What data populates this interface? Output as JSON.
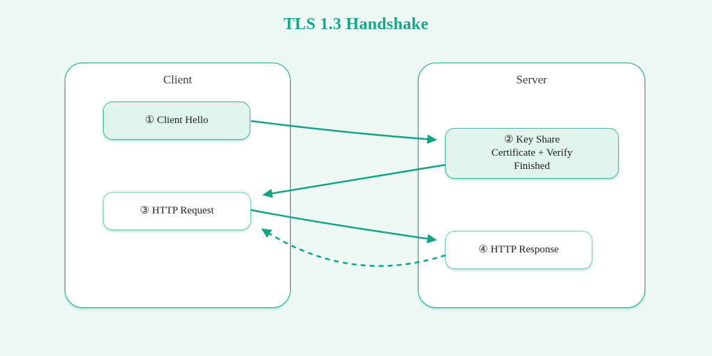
{
  "title": "TLS 1.3 Handshake",
  "panels": {
    "client": {
      "label": "Client"
    },
    "server": {
      "label": "Server"
    }
  },
  "nodes": {
    "client_hello": {
      "label": "① Client Hello",
      "panel": "client",
      "filled": true
    },
    "key_share": {
      "line1": "② Key Share",
      "line2": "Certificate + Verify",
      "line3": "Finished",
      "panel": "server",
      "filled": true
    },
    "http_request": {
      "label": "③ HTTP Request",
      "panel": "client",
      "filled": false
    },
    "http_response": {
      "label": "④ HTTP Response",
      "panel": "server",
      "filled": false
    }
  },
  "edges": [
    {
      "from": "client_hello",
      "to": "key_share",
      "style": "solid"
    },
    {
      "from": "key_share",
      "to": "http_request",
      "style": "solid"
    },
    {
      "from": "http_request",
      "to": "http_response",
      "style": "solid"
    },
    {
      "from": "http_response",
      "to": "http_request",
      "style": "dashed"
    }
  ],
  "colors": {
    "accent": "#12a189",
    "title": "#14a58b",
    "page_background": "#eef9f5",
    "panel_background": "#ffffff",
    "node_fill": "#e2f4ee",
    "text": "#1e1e1e"
  }
}
